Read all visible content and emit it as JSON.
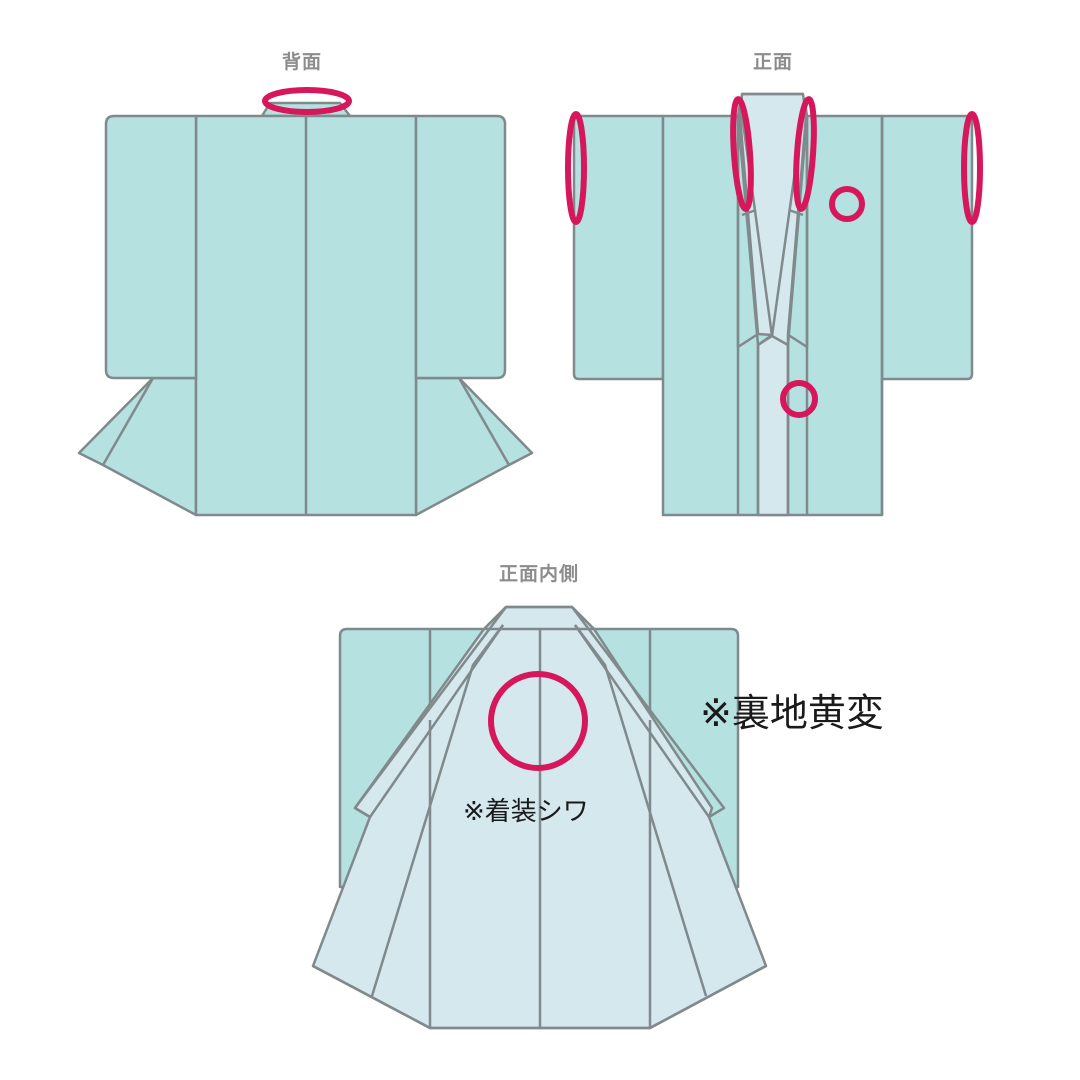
{
  "colors": {
    "outer_fabric": "#b5e1e0",
    "lining_fabric": "#d5e8ee",
    "outline": "#808a8c",
    "marker": "#d6175b",
    "label": "#8c8c8c",
    "note_text": "#1a1a1a"
  },
  "views": [
    {
      "id": "back",
      "label": "背面"
    },
    {
      "id": "front",
      "label": "正面"
    },
    {
      "id": "front-inside",
      "label": "正面内側"
    }
  ],
  "notes": {
    "lining_yellowing": "※裏地黄変",
    "wearing_wrinkles": "※着装シワ"
  },
  "markers": [
    {
      "view": "back",
      "location": "collar",
      "shape": "ellipse"
    },
    {
      "view": "front",
      "location": "left-sleeve-edge",
      "shape": "ellipse"
    },
    {
      "view": "front",
      "location": "collar-left",
      "shape": "ellipse"
    },
    {
      "view": "front",
      "location": "collar-right",
      "shape": "ellipse"
    },
    {
      "view": "front",
      "location": "right-sleeve-edge",
      "shape": "ellipse"
    },
    {
      "view": "front",
      "location": "right-chest",
      "shape": "circle"
    },
    {
      "view": "front",
      "location": "front-panel-lower",
      "shape": "circle"
    },
    {
      "view": "front-inside",
      "location": "upper-back-lining",
      "shape": "circle"
    }
  ]
}
